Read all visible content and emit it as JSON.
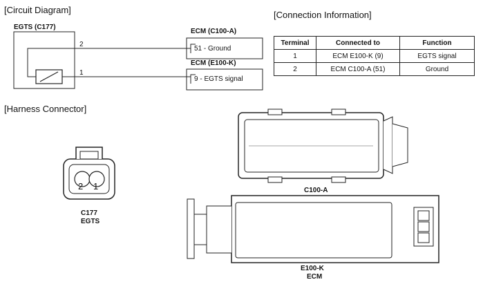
{
  "titles": {
    "circuit": "[Circuit Diagram]",
    "connection": "[Connection Information]",
    "harness": "[Harness Connector]"
  },
  "circuit": {
    "egts_label": "EGTS (C177)",
    "pin2": "2",
    "pin1": "1",
    "ecm_a_label": "ECM (C100-A)",
    "ecm_a_pin": "51 - Ground",
    "ecm_k_label": "ECM (E100-K)",
    "ecm_k_pin": "9 - EGTS signal"
  },
  "connection_table": {
    "headers": [
      "Terminal",
      "Connected to",
      "Function"
    ],
    "rows": [
      [
        "1",
        "ECM E100-K (9)",
        "EGTS signal"
      ],
      [
        "2",
        "ECM C100-A (51)",
        "Ground"
      ]
    ]
  },
  "connectors": {
    "c177_pins": [
      "2",
      "1"
    ],
    "c177_label": "C177",
    "c177_sub": "EGTS",
    "c100a_label": "C100-A",
    "e100k_label": "E100-K",
    "e100k_sub": "ECM",
    "highlight_color": "#a9d3e6"
  }
}
